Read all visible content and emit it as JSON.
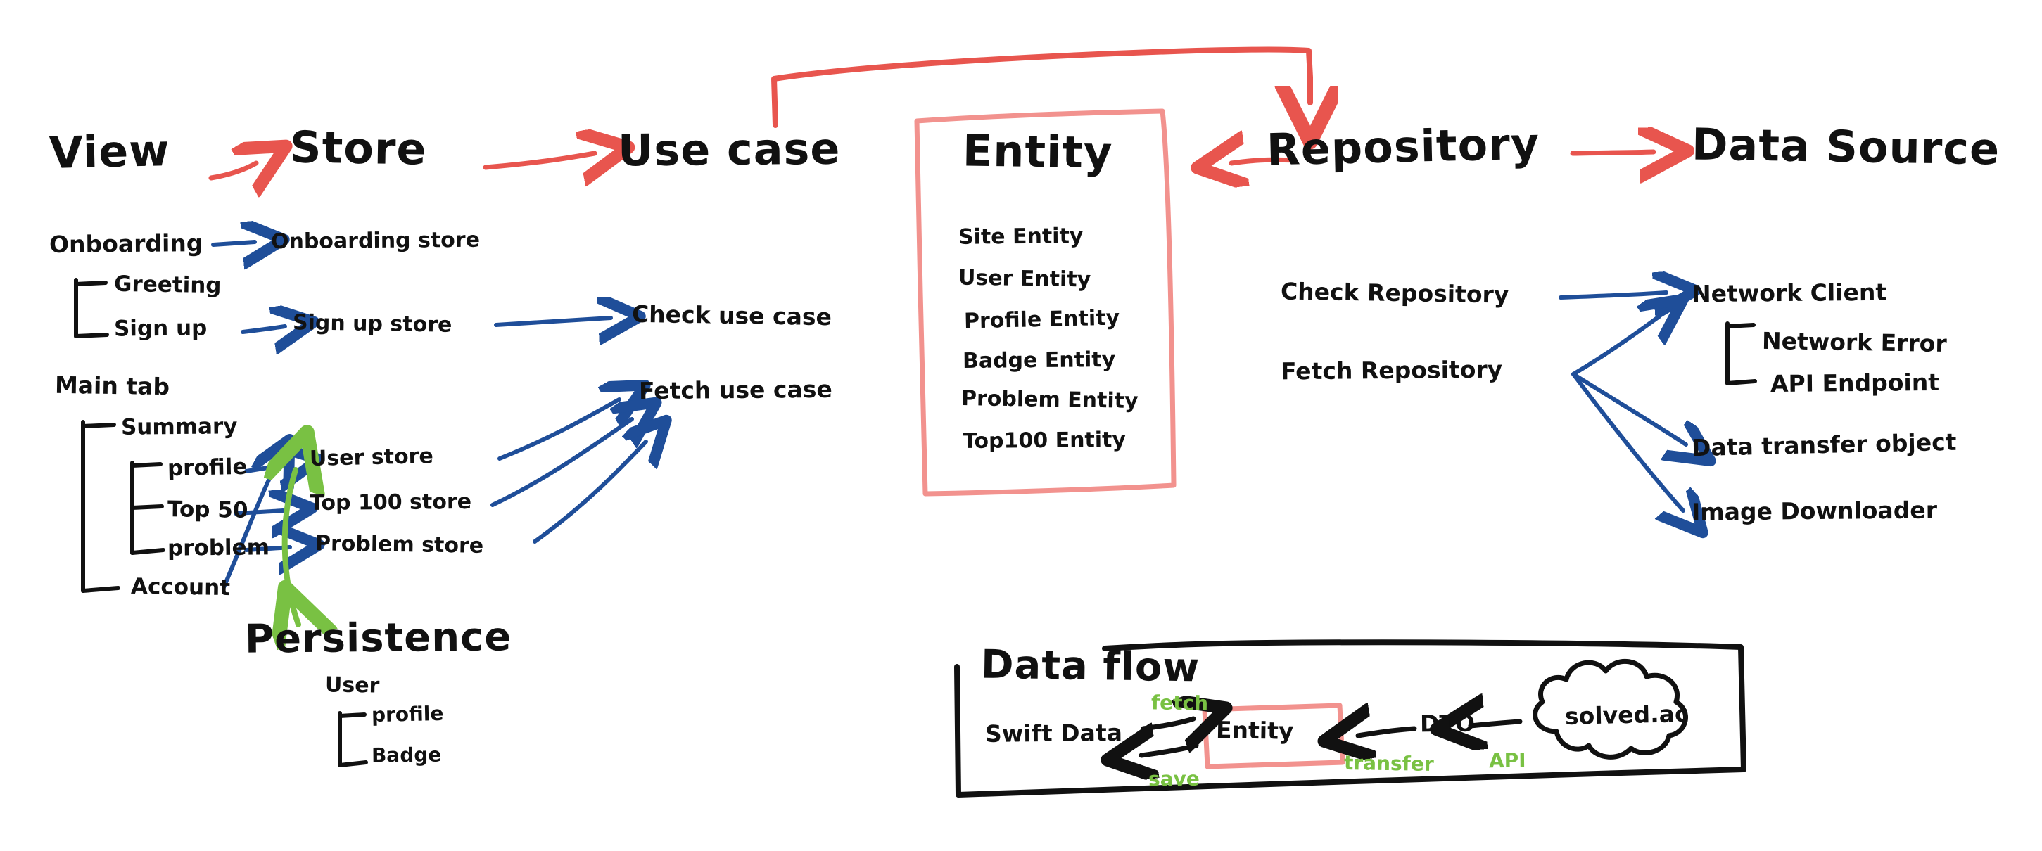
{
  "columns": {
    "view": {
      "title": "View",
      "groups": [
        {
          "name": "Onboarding",
          "children": [
            "Greeting",
            "Sign up"
          ]
        },
        {
          "name": "Main tab",
          "children": [
            "Summary",
            "Account"
          ],
          "summary_children": [
            "profile",
            "Top 50",
            "problem"
          ]
        }
      ]
    },
    "store": {
      "title": "Store",
      "items": [
        "Onboarding store",
        "Sign up store",
        "User store",
        "Top 100 store",
        "Problem store"
      ]
    },
    "usecase": {
      "title": "Use case",
      "items": [
        "Check use case",
        "Fetch use case"
      ]
    },
    "entity": {
      "title": "Entity",
      "items": [
        "Site Entity",
        "User Entity",
        "Profile Entity",
        "Badge Entity",
        "Problem Entity",
        "Top100 Entity"
      ]
    },
    "repository": {
      "title": "Repository",
      "items": [
        "Check Repository",
        "Fetch Repository"
      ]
    },
    "datasource": {
      "title": "Data Source",
      "items": [
        "Network Client",
        "Data transfer object",
        "Image Downloader"
      ],
      "network_children": [
        "Network Error",
        "API Endpoint"
      ]
    }
  },
  "persistence": {
    "title": "Persistence",
    "root": "User",
    "children": [
      "profile",
      "Badge"
    ]
  },
  "dataflow": {
    "title": "Data flow",
    "nodes": [
      "Swift Data",
      "Entity",
      "DTO",
      "solved.ac"
    ],
    "labels": {
      "fetch": "fetch",
      "save": "save",
      "transfer": "transfer",
      "api": "API"
    }
  },
  "colors": {
    "red": "#e8554e",
    "pink": "#f2928e",
    "blue": "#1f4e99",
    "green": "#79c143",
    "ink": "#111111"
  }
}
